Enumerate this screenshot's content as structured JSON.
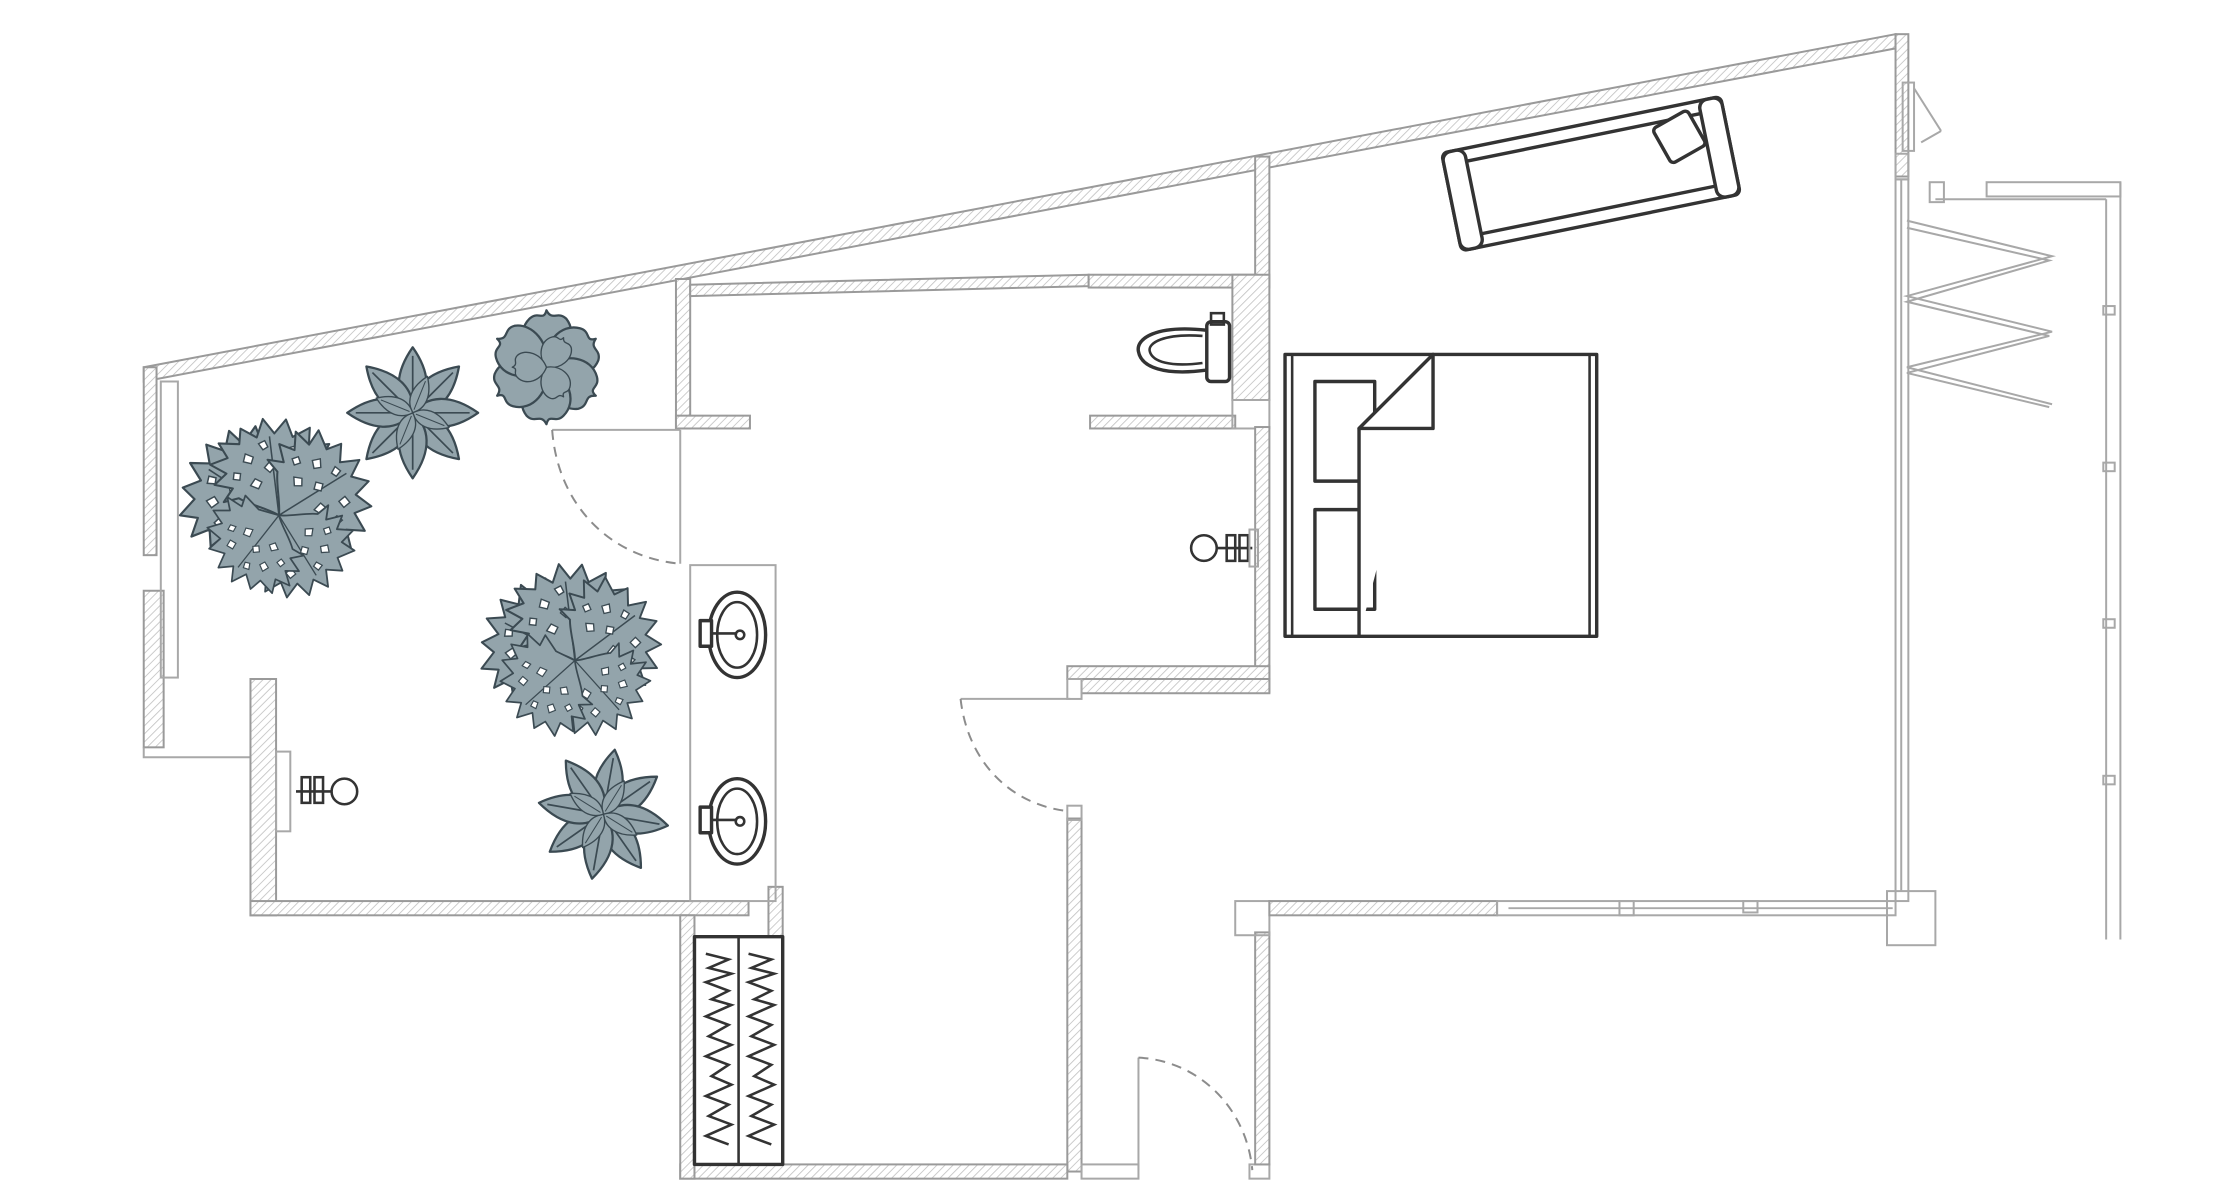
{
  "diagram": {
    "type": "architectural floor plan",
    "colors": {
      "background": "#ffffff",
      "wall_outline": "#9a9a9a",
      "wall_hatch": "#c4c4c4",
      "furniture_stroke": "#333333",
      "plant_fill": "#93a4ab",
      "plant_stroke": "#3b4a52"
    },
    "fixtures": [
      {
        "name": "sofa-icon"
      },
      {
        "name": "bed-icon"
      },
      {
        "name": "toilet-icon"
      },
      {
        "name": "washbasin-icon"
      },
      {
        "name": "washbasin-icon"
      },
      {
        "name": "shower-icon"
      },
      {
        "name": "shower-icon"
      },
      {
        "name": "wardrobe-icon"
      },
      {
        "name": "monstera-plant-icon"
      },
      {
        "name": "monstera-plant-icon"
      },
      {
        "name": "succulent-plant-icon"
      },
      {
        "name": "succulent-plant-icon"
      },
      {
        "name": "round-succulent-plant-icon"
      }
    ],
    "doors": 4,
    "windows": 3
  }
}
